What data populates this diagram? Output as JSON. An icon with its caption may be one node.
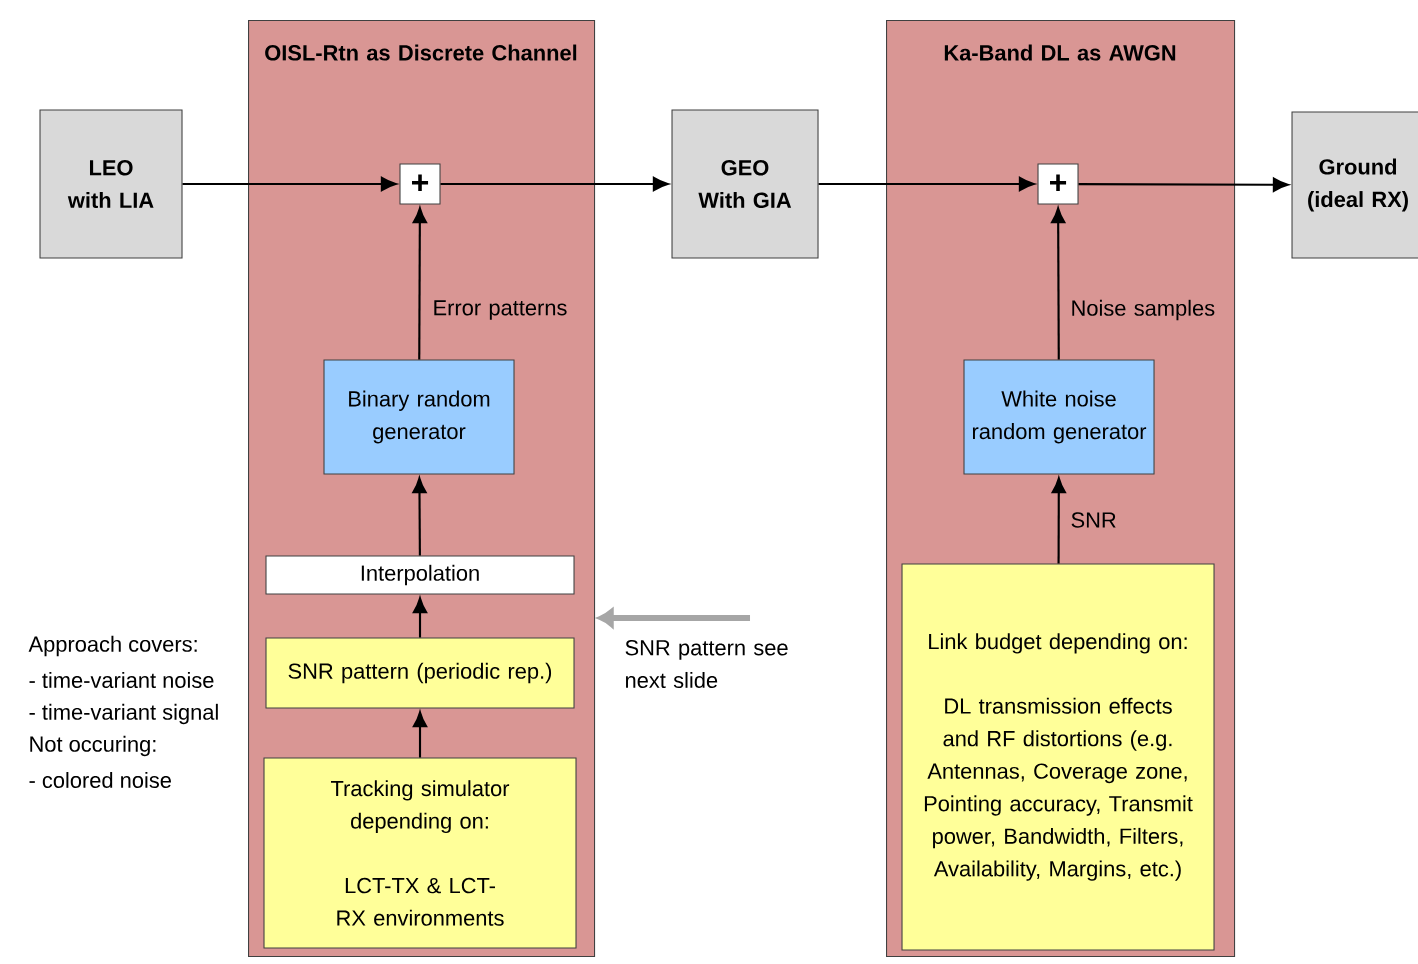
{
  "diagram": {
    "nodes": [
      {
        "text": [
          "OISL-Rtn as Discrete Channel"
        ]
      },
      {
        "text": [
          "LEO with LIA"
        ]
      },
      {
        "text": [
          "+"
        ],
        "in": 0
      },
      {
        "text": [
          "Binary random generator"
        ],
        "in": 0
      },
      {
        "text": [
          "Interpolation"
        ],
        "in": 0
      },
      {
        "text": [
          "SNR pattern (periodic rep.)"
        ],
        "in": 0
      },
      {
        "text": [
          "Tracking simulator depending on:",
          "LCT-TX & LCT-RX environments"
        ],
        "in": 0
      },
      {
        "text": [
          "Ka-Band DL as AWGN"
        ]
      },
      {
        "text": [
          "GEO With GIA"
        ]
      },
      {
        "text": [
          "+"
        ],
        "in": 7
      },
      {
        "text": [
          "White noise random generator"
        ],
        "in": 7
      },
      {
        "text": [
          "Link budget depending on:",
          "DL transmission effects and RF distortions (e.g. Antennas, Coverage zone, Pointing accuracy, Transmit power, Bandwidth, Filters, Availability, Margins, etc.)"
        ],
        "in": 7
      },
      {
        "text": [
          "Ground (ideal RX)"
        ]
      }
    ],
    "edges": [
      {
        "from": 1,
        "to": 2,
        "arrow": "to"
      },
      {
        "from": 2,
        "to": 8,
        "arrow": "to"
      },
      {
        "from": 3,
        "to": 2,
        "arrow": "to",
        "label": "Error patterns"
      },
      {
        "from": 4,
        "to": 3,
        "arrow": "to"
      },
      {
        "from": 5,
        "to": 4,
        "arrow": "to"
      },
      {
        "from": 6,
        "to": 5,
        "arrow": "to"
      },
      {
        "from": 8,
        "to": 9,
        "arrow": "to"
      },
      {
        "from": 9,
        "to": 12,
        "arrow": "to"
      },
      {
        "from": 10,
        "to": 9,
        "arrow": "to",
        "label": "Noise samples"
      },
      {
        "from": 11,
        "to": 10,
        "arrow": "to",
        "label": "SNR"
      },
      {
        "from": null,
        "to": 0,
        "arrow": "to",
        "style": "thick",
        "color": "#a6a6a6"
      }
    ],
    "labels": [
      "Approach covers:",
      "- time-variant noise",
      "- time-variant signal",
      "Not occuring:",
      "- colored noise",
      "SNR pattern see next slide"
    ]
  }
}
